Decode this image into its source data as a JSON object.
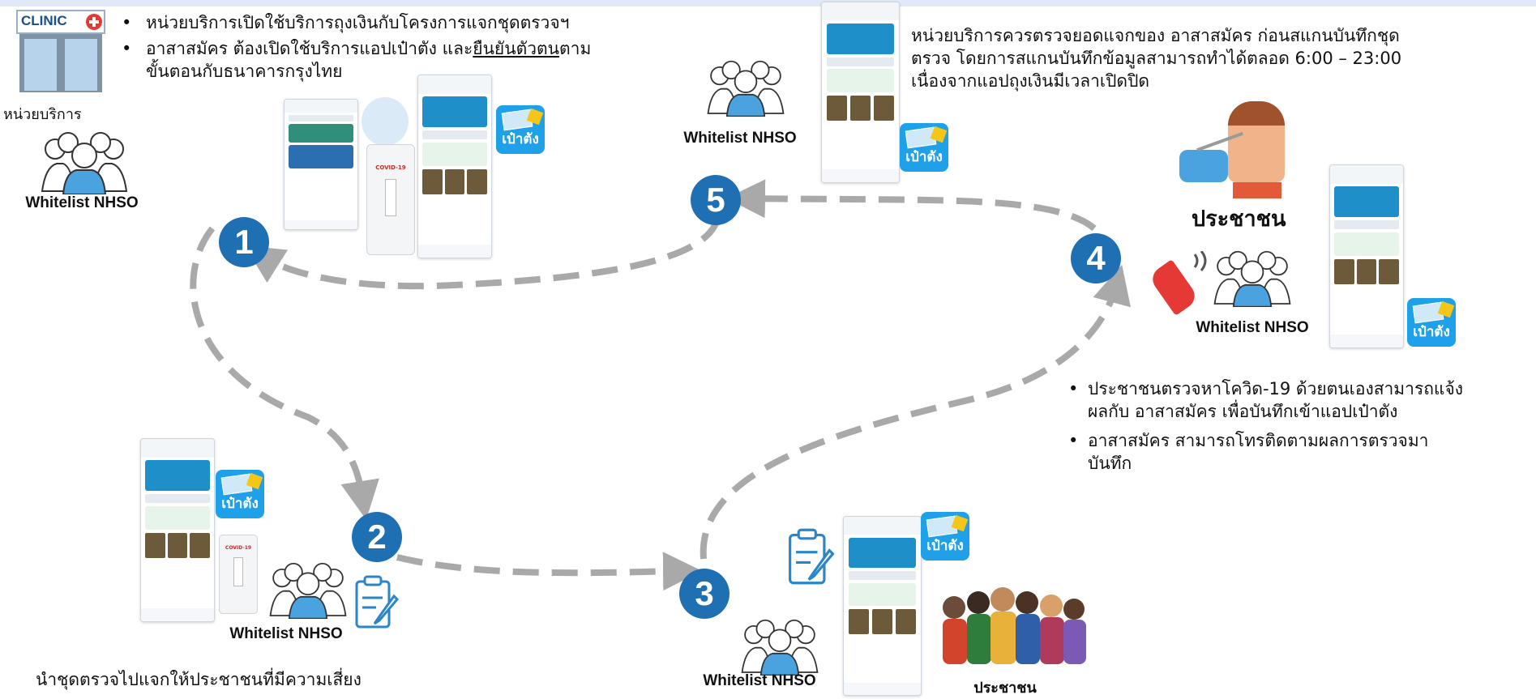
{
  "clinic": {
    "sign": "CLINIC",
    "label": "หน่วยบริการ"
  },
  "whitelist_label": "Whitelist NHSO",
  "citizen_label": "ประชาชน",
  "app_name": "เป๋าตัง",
  "covid_kit_label": "COVID-19",
  "steps": [
    "1",
    "2",
    "3",
    "4",
    "5"
  ],
  "step1": {
    "bullets": [
      "หน่วยบริการเปิดใช้บริการถุงเงินกับโครงการแจกชุดตรวจฯ",
      {
        "pre": "อาสาสมัคร ต้องเปิดใช้บริการแอปเป๋าตัง และ",
        "underline": "ยืนยันตัวตน",
        "post": "ตาม",
        "line2": "ขั้นตอนกับธนาคารกรุงไทย"
      }
    ]
  },
  "step2": {
    "text": "นำชุดตรวจไปแจกให้ประชาชนที่มีความเสี่ยง"
  },
  "step4": {
    "bullets": [
      {
        "line1": "ประชาชนตรวจหาโควิด-19 ด้วยตนเองสามารถแจ้ง",
        "line2": "ผลกับ อาสาสมัคร เพื่อบันทึกเข้าแอปเป๋าตัง"
      },
      {
        "line1": "อาสาสมัคร สามารถโทรติดตามผลการตรวจมา",
        "line2": "บันทึก"
      }
    ]
  },
  "step5": {
    "lines": [
      "หน่วยบริการควรตรวจยอดแจกของ อาสาสมัคร ก่อนสแกนบันทึกชุด",
      "ตรวจ โดยการสแกนบันทึกข้อมูลสามารถทำได้ตลอด 6:00 – 23:00",
      "เนื่องจากแอปถุงเงินมีเวลาเปิดปิด"
    ]
  },
  "colors": {
    "step_circle": "#1f6fb3",
    "arrow": "#a9a9a9",
    "app_icon": "#1ea1e8",
    "volunteer_shirt": "#4aa3df"
  }
}
